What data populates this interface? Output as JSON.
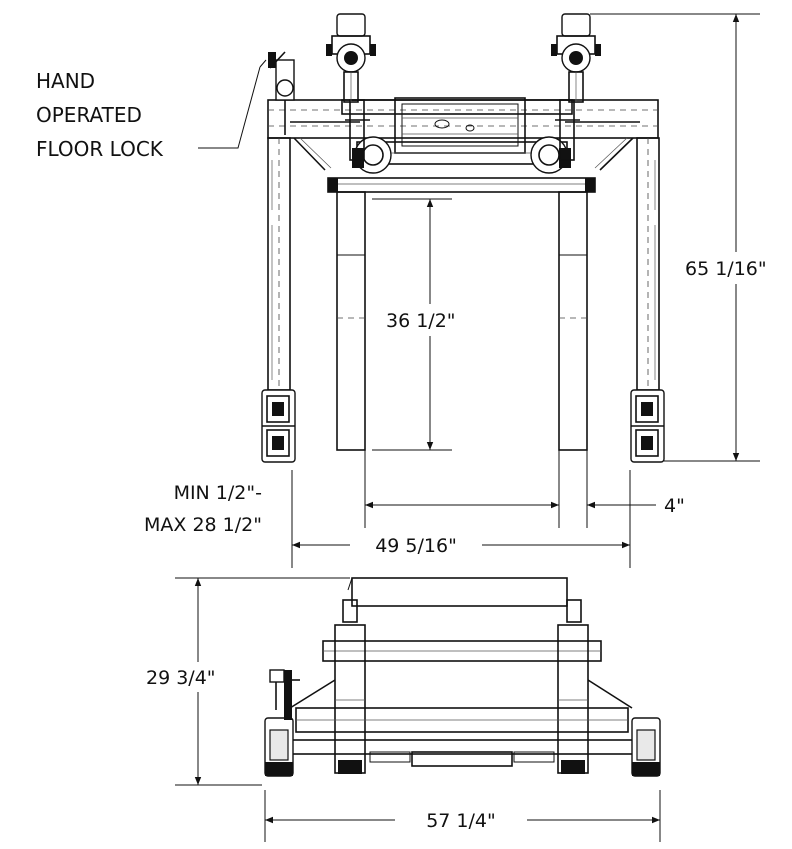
{
  "callout": {
    "line1": "HAND",
    "line2": "OPERATED",
    "line3": "FLOOR LOCK"
  },
  "dimensions": {
    "overall_height": "65 1/16\"",
    "fork_height": "36 1/2\"",
    "fork_spacing_line1": "MIN 1/2\"-",
    "fork_spacing_line2": "MAX 28 1/2\"",
    "fork_width": "4\"",
    "inner_width": "49 5/16\"",
    "side_height": "29 3/4\"",
    "overall_width": "57 1/4\""
  }
}
